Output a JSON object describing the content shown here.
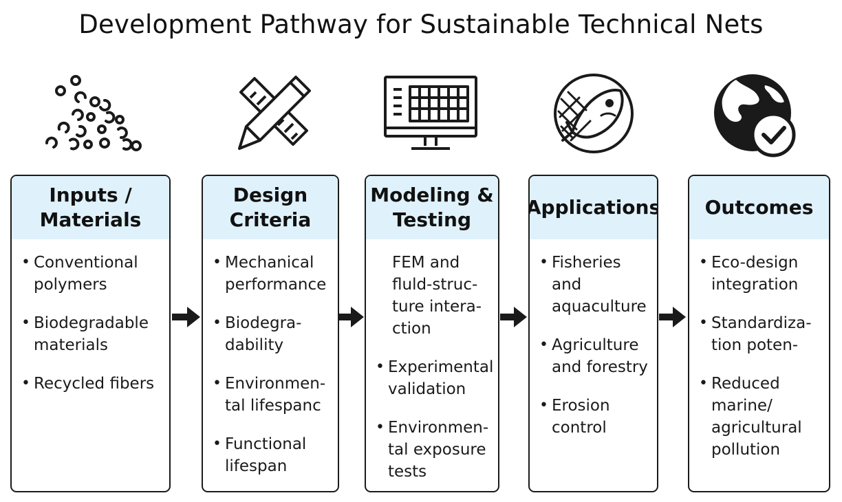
{
  "title": "Development Pathway for Sustainable Technical Nets",
  "colors": {
    "header_bg": "#dff1fb",
    "border": "#1a1a1a",
    "text": "#111111"
  },
  "stages": [
    {
      "header_lines": [
        "Inputs /",
        "Materials"
      ],
      "icon": "material-granules-icon",
      "items": [
        {
          "bullet": true,
          "lines": [
            "Conventional",
            "polymers"
          ]
        },
        {
          "bullet": true,
          "lines": [
            "Biodegradable",
            "materials"
          ]
        },
        {
          "bullet": true,
          "lines": [
            "Recycled fibers"
          ]
        }
      ]
    },
    {
      "header_lines": [
        "Design",
        "Criteria"
      ],
      "icon": "pencil-ruler-icon",
      "items": [
        {
          "bullet": true,
          "lines": [
            "Mechanical",
            "performance"
          ]
        },
        {
          "bullet": true,
          "lines": [
            "Biodegra-",
            "dability"
          ]
        },
        {
          "bullet": true,
          "lines": [
            "Environmen-",
            "tal lifespanc"
          ]
        },
        {
          "bullet": true,
          "lines": [
            "Functional",
            "lifespan"
          ]
        }
      ]
    },
    {
      "header_lines": [
        "Modeling &",
        "Testing"
      ],
      "icon": "monitor-grid-icon",
      "items": [
        {
          "bullet": false,
          "lines": [
            "FEM and",
            "fluld-struc-",
            "ture intera-",
            "ction"
          ]
        },
        {
          "bullet": true,
          "lines": [
            "Experimental",
            "validation"
          ]
        },
        {
          "bullet": true,
          "lines": [
            "Environmen-",
            "tal exposure",
            "tests"
          ]
        }
      ]
    },
    {
      "header_lines": [
        "Applications"
      ],
      "icon": "fish-net-icon",
      "items": [
        {
          "bullet": true,
          "lines": [
            "Fisheries",
            "and",
            "aquaculture"
          ]
        },
        {
          "bullet": true,
          "lines": [
            "Agriculture",
            "and forestry"
          ]
        },
        {
          "bullet": true,
          "lines": [
            "Erosion",
            "control"
          ]
        }
      ]
    },
    {
      "header_lines": [
        "Outcomes"
      ],
      "icon": "globe-check-icon",
      "items": [
        {
          "bullet": true,
          "lines": [
            "Eco-design",
            "integration"
          ]
        },
        {
          "bullet": true,
          "lines": [
            "Standardiza-",
            "tion poten-"
          ]
        },
        {
          "bullet": true,
          "lines": [
            "Reduced",
            "marine/",
            "agricultural",
            "pollution"
          ]
        }
      ]
    }
  ]
}
